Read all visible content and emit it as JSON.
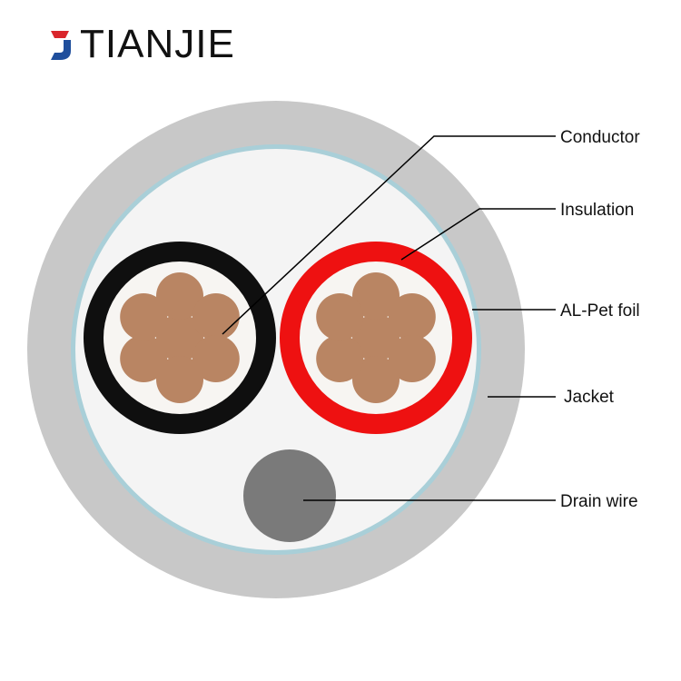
{
  "brand": {
    "name": "TIANJIE",
    "logo_icon": "tianjie-j-logo-icon",
    "logo_colors": {
      "red": "#d9262c",
      "blue": "#1f4e9c"
    }
  },
  "diagram": {
    "callouts": [
      {
        "id": "conductor",
        "label": "Conductor"
      },
      {
        "id": "insulation",
        "label": "Insulation"
      },
      {
        "id": "al-pet-foil",
        "label": "AL-Pet foil"
      },
      {
        "id": "jacket",
        "label": "Jacket"
      },
      {
        "id": "drain-wire",
        "label": "Drain wire"
      }
    ],
    "colors": {
      "jacket": "#c8c8c8",
      "foil": "#a9cfd8",
      "filler": "#f4f4f4",
      "insulation_black": "#0f0f0f",
      "insulation_red": "#ee1111",
      "core_fill": "#f7f5f2",
      "strand": "#b98563",
      "drain_wire": "#7a7a7a"
    }
  }
}
